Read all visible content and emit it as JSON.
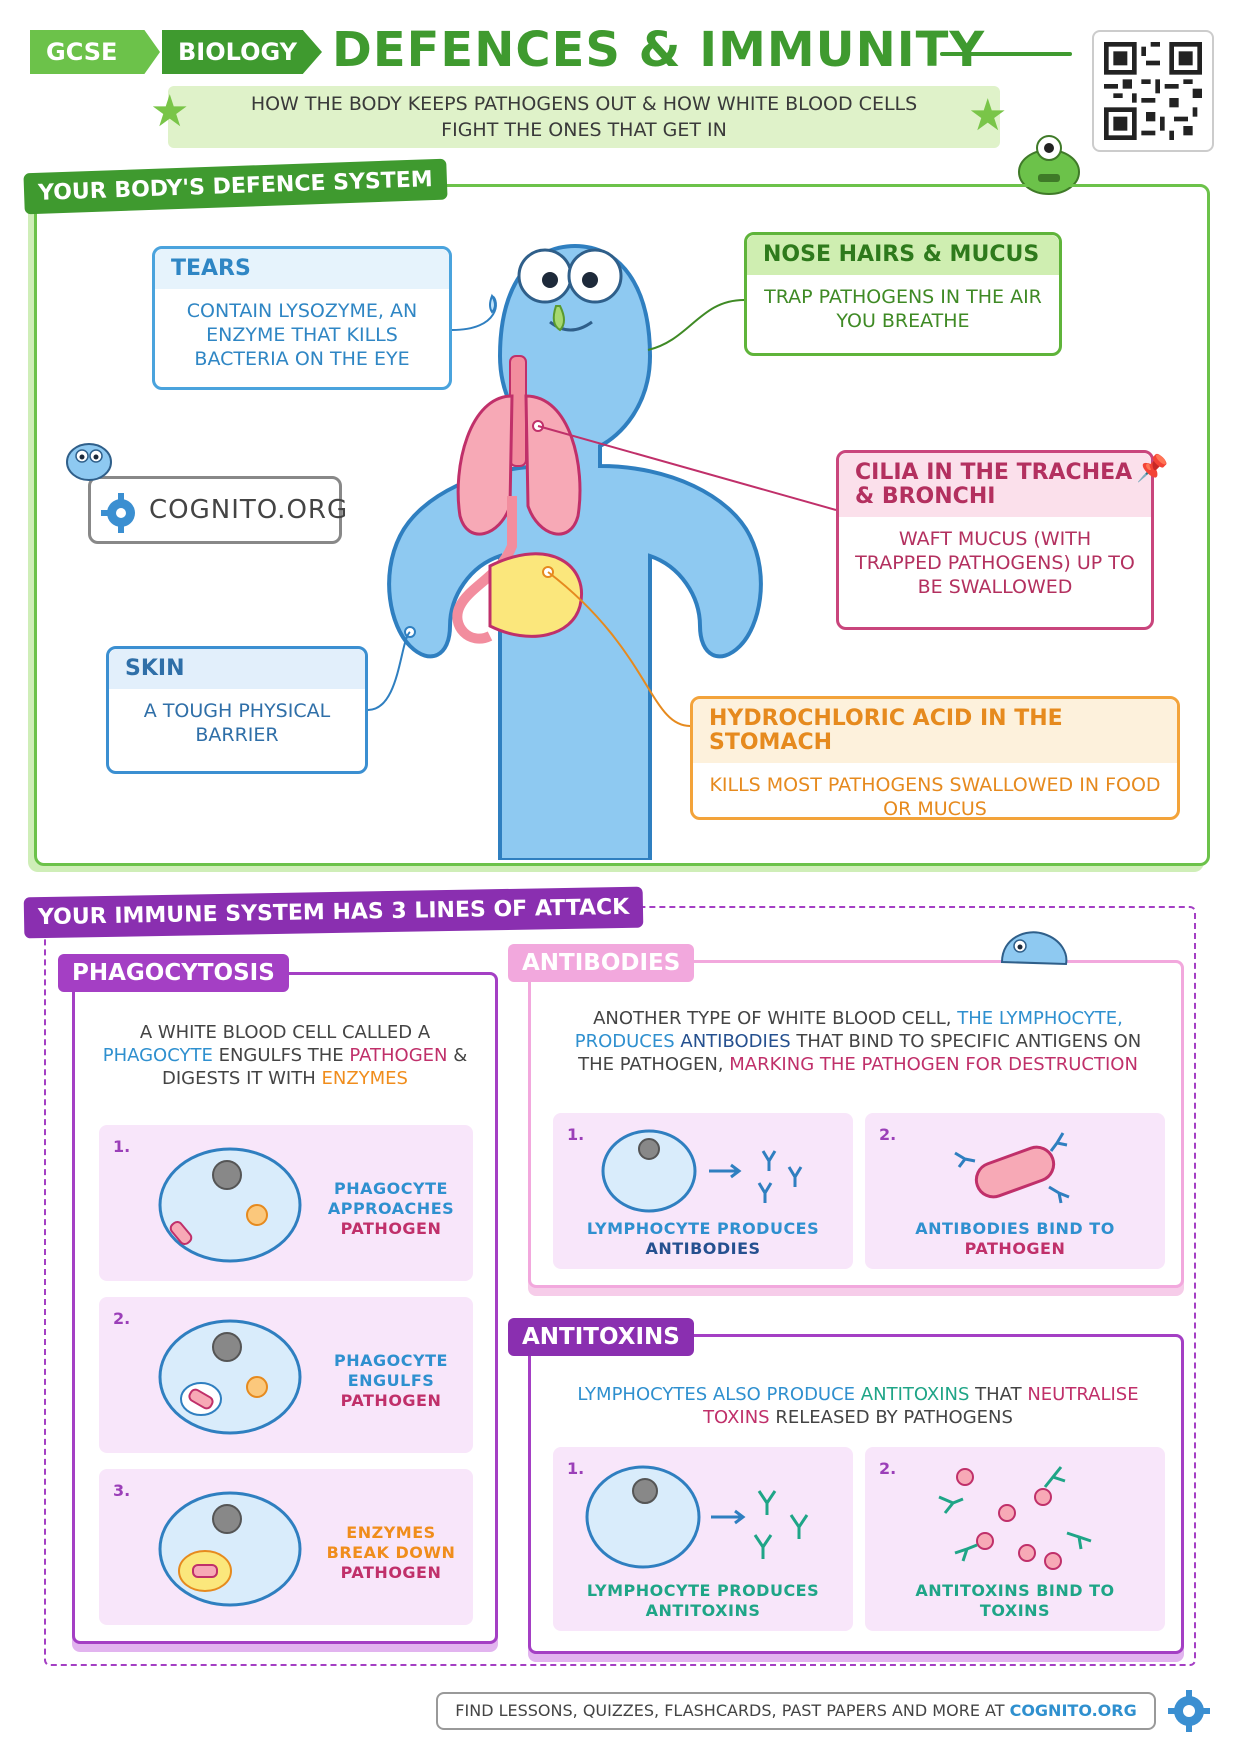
{
  "header": {
    "tag_gcse": "GCSE",
    "tag_subject": "BIOLOGY",
    "title": "DEFENCES & IMMUNITY",
    "subtitle_line1": "HOW THE BODY KEEPS PATHOGENS OUT & HOW WHITE BLOOD CELLS",
    "subtitle_line2": "FIGHT THE ONES THAT GET IN"
  },
  "colors": {
    "green": "#3f9a2f",
    "light_green": "#6cc24a",
    "purple": "#a43fc4",
    "pink": "#f7b5e8",
    "body_blue": "#8ec9f1"
  },
  "defence": {
    "heading": "YOUR BODY'S DEFENCE SYSTEM",
    "tears": {
      "title": "TEARS",
      "body": "CONTAIN LYSOZYME, AN ENZYME THAT KILLS BACTERIA ON THE EYE"
    },
    "nose": {
      "title": "NOSE HAIRS & MUCUS",
      "body": "TRAP PATHOGENS IN THE AIR YOU BREATHE"
    },
    "cilia": {
      "title": "CILIA IN THE TRACHEA & BRONCHI",
      "body": "WAFT MUCUS (WITH TRAPPED PATHOGENS) UP TO BE SWALLOWED"
    },
    "skin": {
      "title": "SKIN",
      "body": "A TOUGH PHYSICAL BARRIER"
    },
    "acid": {
      "title": "HYDROCHLORIC ACID IN THE STOMACH",
      "body": "KILLS MOST PATHOGENS SWALLOWED IN FOOD OR MUCUS"
    },
    "brand": "COGNITO.ORG"
  },
  "immune": {
    "heading": "YOUR IMMUNE SYSTEM HAS 3 LINES OF ATTACK",
    "phagocytosis": {
      "title": "PHAGOCYTOSIS",
      "intro": {
        "t1": "A WHITE BLOOD CELL CALLED A",
        "t2": "PHAGOCYTE",
        "t3": "ENGULFS THE",
        "t4": "PATHOGEN",
        "t5": "& DIGESTS IT WITH",
        "t6": "ENZYMES"
      },
      "steps": [
        {
          "num": "1.",
          "l1": "PHAGOCYTE",
          "l2": "APPROACHES",
          "l3": "PATHOGEN"
        },
        {
          "num": "2.",
          "l1": "PHAGOCYTE",
          "l2": "ENGULFS",
          "l3": "PATHOGEN"
        },
        {
          "num": "3.",
          "l1": "ENZYMES",
          "l2": "BREAK DOWN",
          "l3": "PATHOGEN"
        }
      ]
    },
    "antibodies": {
      "title": "ANTIBODIES",
      "intro": {
        "t1": "ANOTHER TYPE OF WHITE BLOOD CELL,",
        "t2": "THE LYMPHOCYTE,",
        "t3": "PRODUCES",
        "t4": "ANTIBODIES",
        "t5": "THAT BIND TO SPECIFIC ANTIGENS",
        "t6": "ON THE PATHOGEN,",
        "t7": "MARKING THE PATHOGEN FOR",
        "t8": "DESTRUCTION"
      },
      "steps": [
        {
          "num": "1.",
          "l1": "LYMPHOCYTE PRODUCES",
          "l2": "ANTIBODIES"
        },
        {
          "num": "2.",
          "l1": "ANTIBODIES BIND TO",
          "l2": "PATHOGEN"
        }
      ]
    },
    "antitoxins": {
      "title": "ANTITOXINS",
      "intro": {
        "t1": "LYMPHOCYTES ALSO PRODUCE",
        "t2": "ANTITOXINS",
        "t3": "THAT",
        "t4": "NEUTRALISE TOXINS",
        "t5": "RELEASED BY PATHOGENS"
      },
      "steps": [
        {
          "num": "1.",
          "l1": "LYMPHOCYTE PRODUCES",
          "l2": "ANTITOXINS"
        },
        {
          "num": "2.",
          "l1": "ANTITOXINS BIND TO",
          "l2": "TOXINS"
        }
      ]
    }
  },
  "footer": {
    "text": "FIND LESSONS, QUIZZES, FLASHCARDS, PAST PAPERS AND MORE AT",
    "link": "COGNITO.ORG"
  }
}
